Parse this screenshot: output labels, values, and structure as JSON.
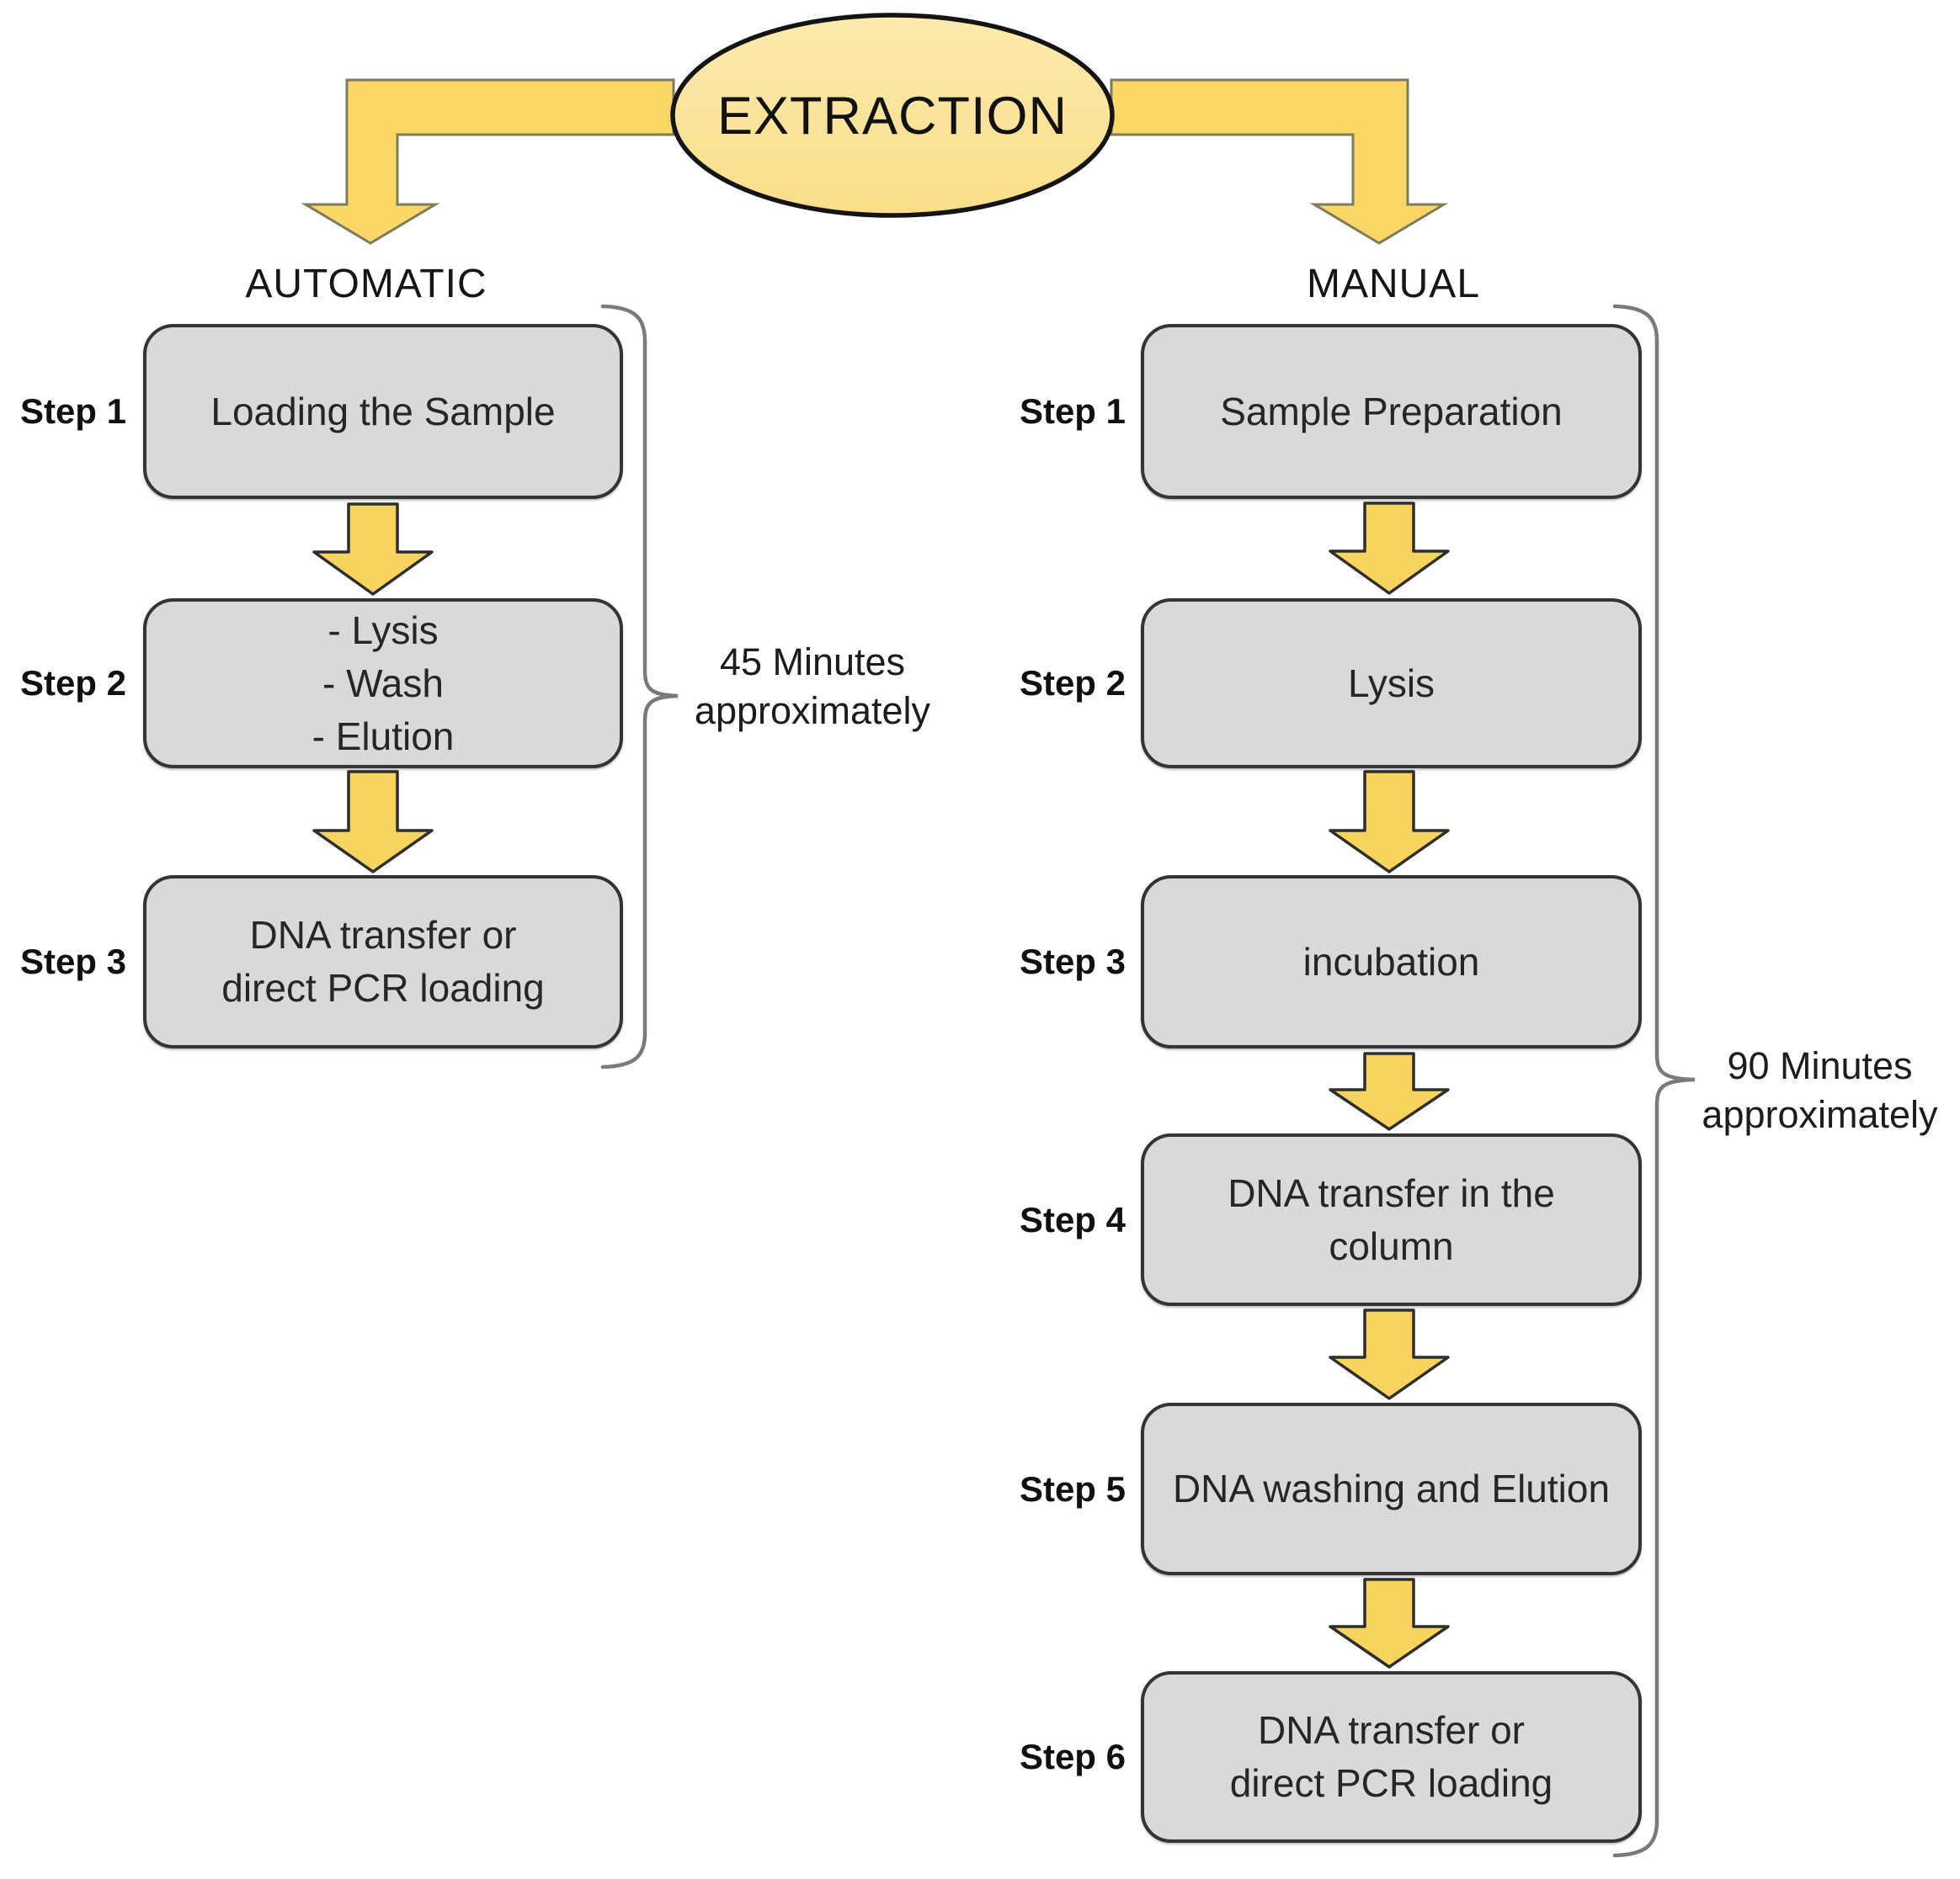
{
  "title": "EXTRACTION",
  "branches": [
    {
      "id": "automatic",
      "label": "AUTOMATIC",
      "duration_lines": [
        "45 Minutes",
        "approximately"
      ],
      "steps": [
        {
          "label": "Step 1",
          "lines": [
            "Loading the Sample"
          ]
        },
        {
          "label": "Step 2",
          "lines": [
            "- Lysis",
            "- Wash",
            "- Elution"
          ]
        },
        {
          "label": "Step 3",
          "lines": [
            "DNA transfer or",
            "direct PCR loading"
          ]
        }
      ]
    },
    {
      "id": "manual",
      "label": "MANUAL",
      "duration_lines": [
        "90 Minutes",
        "approximately"
      ],
      "steps": [
        {
          "label": "Step 1",
          "lines": [
            "Sample Preparation"
          ]
        },
        {
          "label": "Step 2",
          "lines": [
            "Lysis"
          ]
        },
        {
          "label": "Step 3",
          "lines": [
            "incubation"
          ]
        },
        {
          "label": "Step 4",
          "lines": [
            "DNA transfer in the",
            "column"
          ]
        },
        {
          "label": "Step 5",
          "lines": [
            "DNA washing and Elution"
          ]
        },
        {
          "label": "Step 6",
          "lines": [
            "DNA transfer or",
            "direct PCR loading"
          ]
        }
      ]
    }
  ],
  "colors": {
    "ellipse_fill": "#FAE29B",
    "bent_arrow_fill": "#FCD766",
    "small_arrow_fill": "#F8D45F",
    "box_fill": "#D9D9D9",
    "box_border": "#343434",
    "brace": "#7a7a7a"
  }
}
